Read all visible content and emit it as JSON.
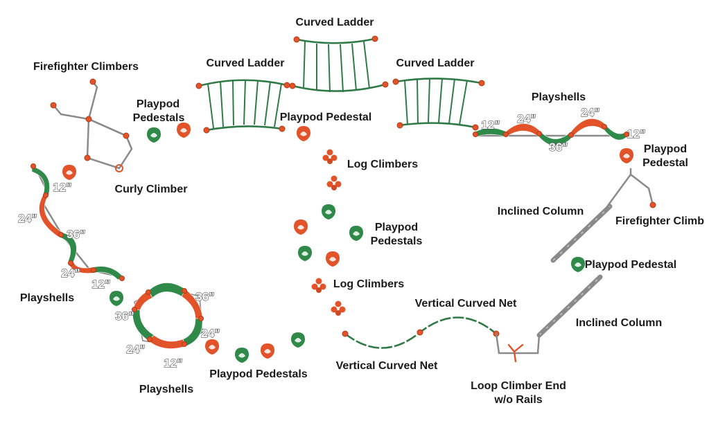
{
  "labels": {
    "curved_ladder_top": "Curved Ladder",
    "curved_ladder_left": "Curved Ladder",
    "curved_ladder_right": "Curved Ladder",
    "firefighter_climbers": "Firefighter Climbers",
    "playpod_pedestals_topleft_1": "Playpod",
    "playpod_pedestals_topleft_2": "Pedestals",
    "playpod_pedestal_center": "Playpod Pedestal",
    "playshells_top": "Playshells",
    "log_climbers_top": "Log Climbers",
    "curly_climber": "Curly Climber",
    "playpod_pedestal_right_1": "Playpod",
    "playpod_pedestal_right_2": "Pedestal",
    "inclined_column_top": "Inclined Column",
    "firefighter_climb": "Firefighter Climb",
    "playpod_pedestals_mid_1": "Playpod",
    "playpod_pedestals_mid_2": "Pedestals",
    "playpod_pedestal_right_mid": "Playpod Pedestal",
    "log_climbers_bottom": "Log Climbers",
    "vertical_curved_net_top": "Vertical Curved Net",
    "inclined_column_bottom": "Inclined Column",
    "playshells_left": "Playshells",
    "vertical_curved_net_bottom": "Vertical Curved Net",
    "playpod_pedestals_bottom": "Playpod Pedestals",
    "loop_climber_1": "Loop Climber End",
    "loop_climber_2": "w/o Rails",
    "playshells_bottom": "Playshells"
  },
  "dims": {
    "top_1": "12”",
    "top_2": "24”",
    "top_3": "36”",
    "top_4": "24”",
    "top_5": "12”",
    "left_1": "12”",
    "left_2": "24”",
    "left_3": "36”",
    "left_4": "24”",
    "left_5": "12”",
    "ring_1": "36”",
    "ring_2": "36”",
    "ring_3": "24”",
    "ring_4": "24”",
    "ring_5": "12”"
  },
  "colors": {
    "orange": "#e2532a",
    "green": "#2f8a4a",
    "rail": "#2f7a46",
    "steel": "#8a8a8a"
  }
}
